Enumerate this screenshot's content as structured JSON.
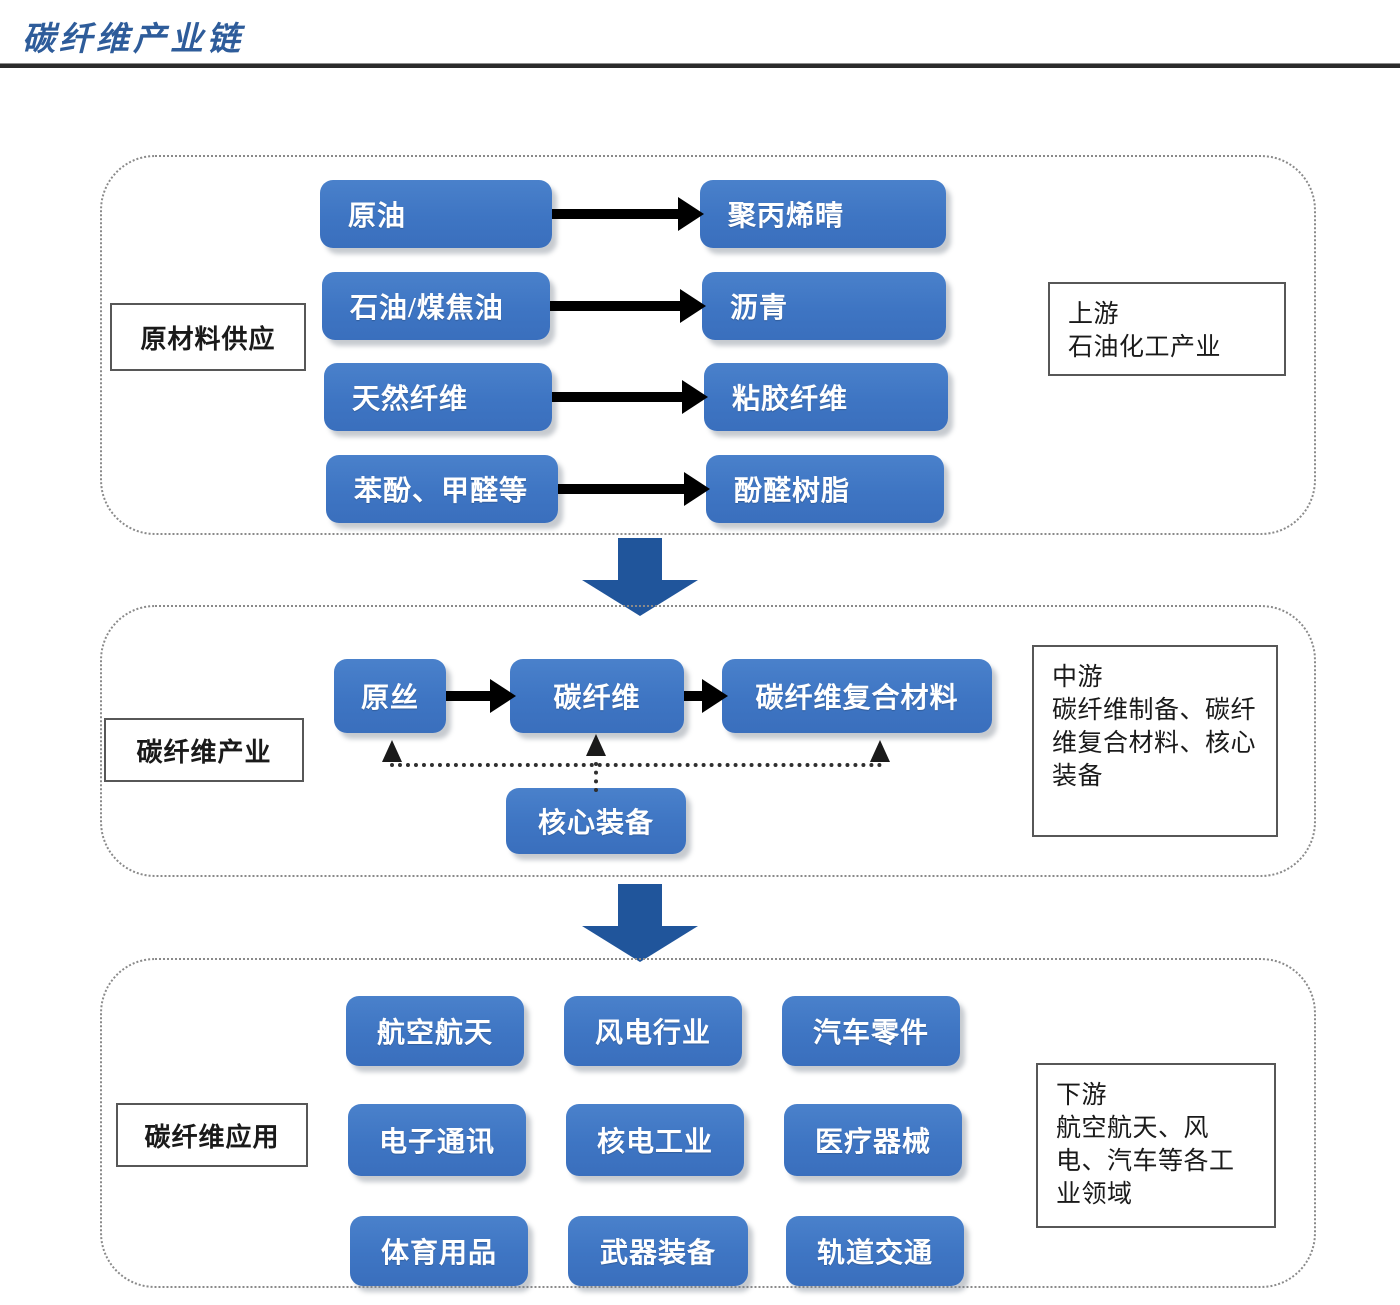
{
  "page": {
    "title": "碳纤维产业链"
  },
  "colors": {
    "title_blue": "#2E5C9A",
    "node_blue": "#3E75C3",
    "tier_arrow_blue": "#20559B",
    "flow_arrow_black": "#000000",
    "section_border_gray": "#8A8A8A",
    "label_border_gray": "#575757"
  },
  "sections": [
    {
      "id": "upstream",
      "stage_label": "原材料供应",
      "note_head": "上游",
      "note_body": "石油化工产业",
      "feedstock": [
        {
          "label": "原油"
        },
        {
          "label": "石油/煤焦油"
        },
        {
          "label": "天然纤维"
        },
        {
          "label": "苯酚、甲醛等"
        }
      ],
      "precursors": [
        {
          "label": "聚丙烯晴"
        },
        {
          "label": "沥青"
        },
        {
          "label": "粘胶纤维"
        },
        {
          "label": "酚醛树脂"
        }
      ]
    },
    {
      "id": "midstream",
      "stage_label": "碳纤维产业",
      "note_head": "中游",
      "note_body": "碳纤维制备、碳纤维复合材料、核心装备",
      "chain": [
        {
          "label": "原丝"
        },
        {
          "label": "碳纤维"
        },
        {
          "label": "碳纤维复合材料"
        }
      ],
      "support": {
        "label": "核心装备"
      }
    },
    {
      "id": "downstream",
      "stage_label": "碳纤维应用",
      "note_head": "下游",
      "note_body": "航空航天、风电、汽车等各工业领域",
      "applications": [
        {
          "label": "航空航天"
        },
        {
          "label": "风电行业"
        },
        {
          "label": "汽车零件"
        },
        {
          "label": "电子通讯"
        },
        {
          "label": "核电工业"
        },
        {
          "label": "医疗器械"
        },
        {
          "label": "体育用品"
        },
        {
          "label": "武器装备"
        },
        {
          "label": "轨道交通"
        }
      ]
    }
  ]
}
